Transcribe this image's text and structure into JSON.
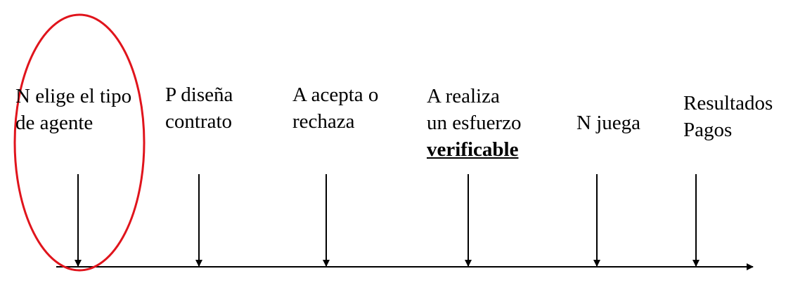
{
  "timeline": {
    "events": [
      {
        "lines": [
          "N elige el tipo",
          "de agente"
        ],
        "highlighted": true
      },
      {
        "lines": [
          "P diseña",
          "contrato"
        ]
      },
      {
        "lines": [
          "A acepta o",
          "rechaza"
        ]
      },
      {
        "lines": [
          "A realiza",
          "un esfuerzo"
        ],
        "emphasis": "verificable"
      },
      {
        "lines": [
          "N juega"
        ]
      },
      {
        "lines": [
          "Resultados",
          "Pagos"
        ]
      }
    ]
  },
  "colors": {
    "line": "#000000",
    "highlight_ellipse": "#e0141c",
    "text": "#000000"
  }
}
